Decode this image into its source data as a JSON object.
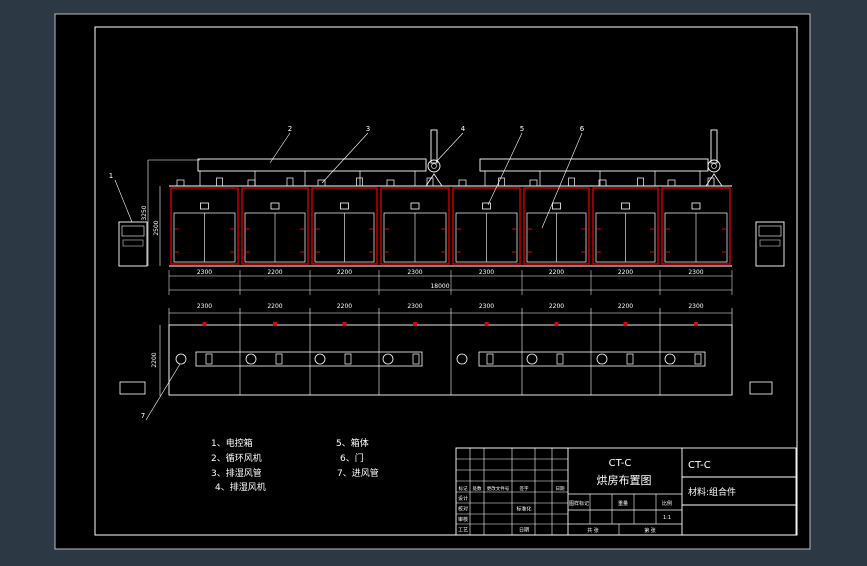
{
  "colors": {
    "viewport": "#2d3845",
    "paper": "#000000",
    "line": "#ffffff",
    "chamber": "#e00000",
    "accent": "#c8c8c8"
  },
  "callouts": [
    "1",
    "2",
    "3",
    "4",
    "5",
    "6",
    "7"
  ],
  "dims_top": [
    "2300",
    "2200",
    "2200",
    "2300",
    "2300",
    "2200",
    "2200",
    "2300"
  ],
  "dims_plan": [
    "2300",
    "2200",
    "2200",
    "2300",
    "2300",
    "2200",
    "2200",
    "2300"
  ],
  "total_length": "18000",
  "height_dims": [
    "3250",
    "2500"
  ],
  "plan_depth": "2200",
  "legend": [
    "1、电控箱",
    "2、循环风机",
    "3、排湿风管",
    "4、排湿风机",
    "5、箱体",
    "6、门",
    "7、进风管"
  ],
  "title_block": {
    "code": "CT-C",
    "name": "烘房布置图",
    "code_right": "CT-C",
    "material": "材料:组合件",
    "row_labels": [
      "设计",
      "校对",
      "审核",
      "工艺"
    ],
    "row_mid": [
      "",
      "标准化",
      "",
      "日期"
    ],
    "header_cells": [
      "标记",
      "处数",
      "更改文件号",
      "签字",
      "日期"
    ],
    "stage_labels": [
      "图样标记",
      "重量",
      "比例"
    ],
    "scale": "1:1",
    "sheet_labels": [
      "共 张",
      "第 张"
    ]
  }
}
